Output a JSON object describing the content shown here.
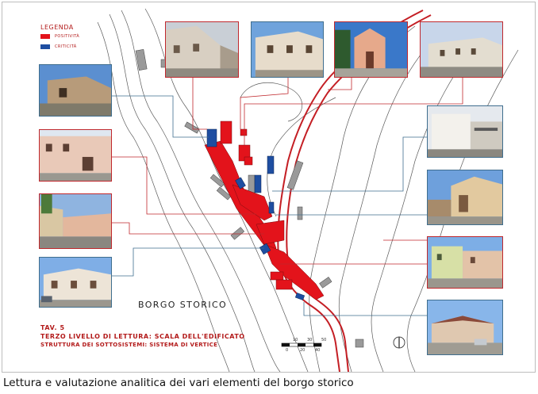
{
  "legend": {
    "title": "LEGENDA",
    "items": [
      {
        "label": "POSITIVITÀ",
        "color": "#e3131b"
      },
      {
        "label": "CRITICITÀ",
        "color": "#1e4ea1"
      }
    ]
  },
  "map": {
    "area_label": "BORGO STORICO",
    "tav_line": "TAV. 5",
    "level_line": "TERZO LIVELLO DI LETTURA: SCALA DELL'EDIFICATO",
    "structure_line": "STRUTTURA DEI SOTTOSISTEMI: SISTEMA DI VERTICE",
    "scale_top": [
      "10",
      "30",
      "50"
    ],
    "scale_bottom": [
      "0",
      "20",
      "40"
    ],
    "colors": {
      "positive": "#e3131b",
      "critical": "#1e4ea1",
      "road": "#c41e24",
      "line": "#555555"
    }
  },
  "caption": "Lettura e valutazione analitica dei vari elementi del borgo storico"
}
